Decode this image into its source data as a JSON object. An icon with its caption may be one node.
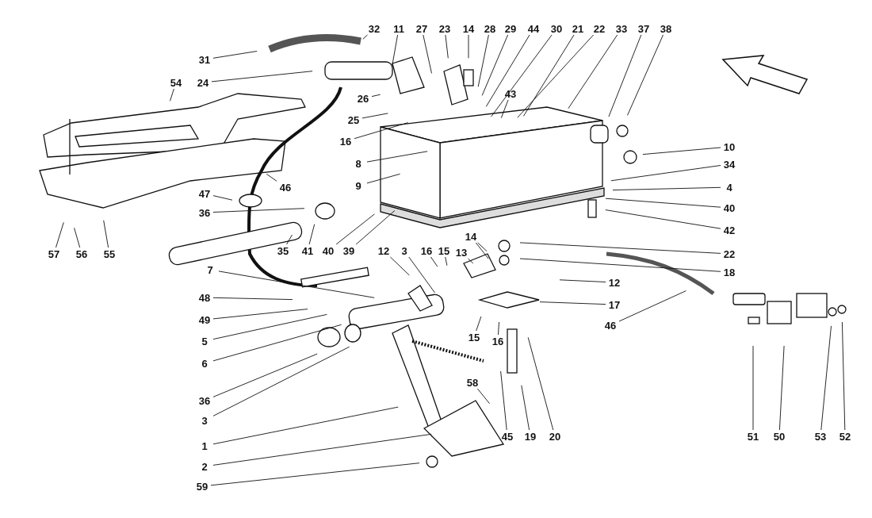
{
  "diagram": {
    "nodes": [
      {
        "text": [
          "32"
        ]
      },
      {
        "text": [
          "11"
        ]
      },
      {
        "text": [
          "27"
        ]
      },
      {
        "text": [
          "23"
        ]
      },
      {
        "text": [
          "14"
        ]
      },
      {
        "text": [
          "28"
        ]
      },
      {
        "text": [
          "29"
        ]
      },
      {
        "text": [
          "44"
        ]
      },
      {
        "text": [
          "30"
        ]
      },
      {
        "text": [
          "21"
        ]
      },
      {
        "text": [
          "22"
        ]
      },
      {
        "text": [
          "33"
        ]
      },
      {
        "text": [
          "37"
        ]
      },
      {
        "text": [
          "38"
        ]
      },
      {
        "text": [
          "31"
        ]
      },
      {
        "text": [
          "24"
        ]
      },
      {
        "text": [
          "54"
        ]
      },
      {
        "text": [
          "26"
        ]
      },
      {
        "text": [
          "25"
        ]
      },
      {
        "text": [
          "43"
        ]
      },
      {
        "text": [
          "16"
        ]
      },
      {
        "text": [
          "10"
        ]
      },
      {
        "text": [
          "8"
        ]
      },
      {
        "text": [
          "34"
        ]
      },
      {
        "text": [
          "9"
        ]
      },
      {
        "text": [
          "4"
        ]
      },
      {
        "text": [
          "46"
        ]
      },
      {
        "text": [
          "47"
        ]
      },
      {
        "text": [
          "40"
        ]
      },
      {
        "text": [
          "36"
        ]
      },
      {
        "text": [
          "42"
        ]
      },
      {
        "text": [
          "57"
        ]
      },
      {
        "text": [
          "56"
        ]
      },
      {
        "text": [
          "55"
        ]
      },
      {
        "text": [
          "35"
        ]
      },
      {
        "text": [
          "41"
        ]
      },
      {
        "text": [
          "40"
        ]
      },
      {
        "text": [
          "39"
        ]
      },
      {
        "text": [
          "12"
        ]
      },
      {
        "text": [
          "3"
        ]
      },
      {
        "text": [
          "16"
        ]
      },
      {
        "text": [
          "15"
        ]
      },
      {
        "text": [
          "13"
        ]
      },
      {
        "text": [
          "14"
        ]
      },
      {
        "text": [
          "22"
        ]
      },
      {
        "text": [
          "18"
        ]
      },
      {
        "text": [
          "7"
        ]
      },
      {
        "text": [
          "12"
        ]
      },
      {
        "text": [
          "48"
        ]
      },
      {
        "text": [
          "17"
        ]
      },
      {
        "text": [
          "49"
        ]
      },
      {
        "text": [
          "46"
        ]
      },
      {
        "text": [
          "5"
        ]
      },
      {
        "text": [
          "6"
        ]
      },
      {
        "text": [
          "15"
        ]
      },
      {
        "text": [
          "16"
        ]
      },
      {
        "text": [
          "58"
        ]
      },
      {
        "text": [
          "36"
        ]
      },
      {
        "text": [
          "3"
        ]
      },
      {
        "text": [
          "1"
        ]
      },
      {
        "text": [
          "2"
        ]
      },
      {
        "text": [
          "59"
        ]
      },
      {
        "text": [
          "45"
        ]
      },
      {
        "text": [
          "19"
        ]
      },
      {
        "text": [
          "20"
        ]
      },
      {
        "text": [
          "51"
        ]
      },
      {
        "text": [
          "50"
        ]
      },
      {
        "text": [
          "53"
        ]
      },
      {
        "text": [
          "52"
        ]
      }
    ],
    "edges": [
      {
        "from": 0,
        "to": null,
        "arrow": "none"
      },
      {
        "from": 1,
        "to": null,
        "arrow": "none"
      },
      {
        "from": 2,
        "to": null,
        "arrow": "none"
      },
      {
        "from": 3,
        "to": null,
        "arrow": "none"
      },
      {
        "from": 4,
        "to": null,
        "arrow": "none"
      },
      {
        "from": 5,
        "to": null,
        "arrow": "none"
      },
      {
        "from": 6,
        "to": null,
        "arrow": "none"
      },
      {
        "from": 7,
        "to": null,
        "arrow": "none"
      },
      {
        "from": 8,
        "to": null,
        "arrow": "none"
      },
      {
        "from": 9,
        "to": null,
        "arrow": "none"
      },
      {
        "from": 10,
        "to": null,
        "arrow": "none"
      },
      {
        "from": 11,
        "to": null,
        "arrow": "none"
      },
      {
        "from": 12,
        "to": null,
        "arrow": "none"
      },
      {
        "from": 13,
        "to": null,
        "arrow": "none"
      },
      {
        "from": 14,
        "to": null,
        "arrow": "none"
      },
      {
        "from": 15,
        "to": null,
        "arrow": "none"
      },
      {
        "from": 16,
        "to": null,
        "arrow": "none"
      },
      {
        "from": 17,
        "to": null,
        "arrow": "none"
      },
      {
        "from": 18,
        "to": null,
        "arrow": "none"
      },
      {
        "from": 19,
        "to": null,
        "arrow": "none"
      },
      {
        "from": 20,
        "to": null,
        "arrow": "none"
      },
      {
        "from": 21,
        "to": null,
        "arrow": "none"
      },
      {
        "from": 22,
        "to": null,
        "arrow": "none"
      },
      {
        "from": 23,
        "to": null,
        "arrow": "none"
      },
      {
        "from": 24,
        "to": null,
        "arrow": "none"
      },
      {
        "from": 25,
        "to": null,
        "arrow": "none"
      },
      {
        "from": 26,
        "to": null,
        "arrow": "none"
      },
      {
        "from": 27,
        "to": null,
        "arrow": "none"
      },
      {
        "from": 28,
        "to": null,
        "arrow": "none"
      },
      {
        "from": 29,
        "to": null,
        "arrow": "none"
      },
      {
        "from": 30,
        "to": null,
        "arrow": "none"
      },
      {
        "from": 31,
        "to": null,
        "arrow": "none"
      },
      {
        "from": 32,
        "to": null,
        "arrow": "none"
      },
      {
        "from": 33,
        "to": null,
        "arrow": "none"
      },
      {
        "from": 34,
        "to": null,
        "arrow": "none"
      },
      {
        "from": 35,
        "to": null,
        "arrow": "none"
      },
      {
        "from": 36,
        "to": null,
        "arrow": "none"
      },
      {
        "from": 37,
        "to": null,
        "arrow": "none"
      },
      {
        "from": 38,
        "to": null,
        "arrow": "none"
      },
      {
        "from": 39,
        "to": null,
        "arrow": "none"
      },
      {
        "from": 40,
        "to": null,
        "arrow": "none"
      },
      {
        "from": 41,
        "to": null,
        "arrow": "none"
      },
      {
        "from": 42,
        "to": null,
        "arrow": "none"
      },
      {
        "from": 43,
        "to": null,
        "arrow": "none"
      },
      {
        "from": 43,
        "to": null,
        "arrow": "none"
      },
      {
        "from": 44,
        "to": null,
        "arrow": "none"
      },
      {
        "from": 45,
        "to": null,
        "arrow": "none"
      },
      {
        "from": 46,
        "to": null,
        "arrow": "none"
      },
      {
        "from": 47,
        "to": null,
        "arrow": "none"
      },
      {
        "from": 48,
        "to": null,
        "arrow": "none"
      },
      {
        "from": 49,
        "to": null,
        "arrow": "none"
      },
      {
        "from": 50,
        "to": null,
        "arrow": "none"
      },
      {
        "from": 51,
        "to": null,
        "arrow": "none"
      },
      {
        "from": 52,
        "to": null,
        "arrow": "none"
      },
      {
        "from": 53,
        "to": null,
        "arrow": "none"
      },
      {
        "from": 54,
        "to": null,
        "arrow": "none"
      },
      {
        "from": 55,
        "to": null,
        "arrow": "none"
      },
      {
        "from": 56,
        "to": null,
        "arrow": "none"
      },
      {
        "from": 57,
        "to": null,
        "arrow": "none"
      },
      {
        "from": 58,
        "to": null,
        "arrow": "none"
      },
      {
        "from": 59,
        "to": null,
        "arrow": "none"
      },
      {
        "from": 60,
        "to": null,
        "arrow": "none"
      },
      {
        "from": 61,
        "to": null,
        "arrow": "none"
      },
      {
        "from": 62,
        "to": null,
        "arrow": "none"
      },
      {
        "from": 63,
        "to": null,
        "arrow": "none"
      },
      {
        "from": 64,
        "to": null,
        "arrow": "none"
      },
      {
        "from": 65,
        "to": null,
        "arrow": "none"
      },
      {
        "from": 66,
        "to": null,
        "arrow": "none"
      },
      {
        "from": 67,
        "to": null,
        "arrow": "none"
      },
      {
        "from": 68,
        "to": null,
        "arrow": "none"
      }
    ]
  }
}
